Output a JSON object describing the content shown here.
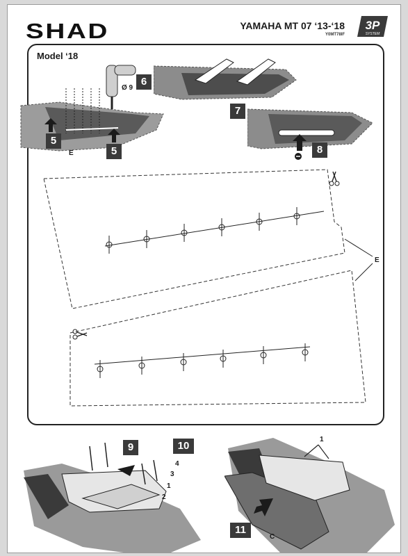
{
  "header": {
    "brand": "SHAD",
    "model": "YAMAHA MT 07 ‘13-‘18",
    "code": "Y0MT78IF",
    "badge_top": "3P",
    "badge_bottom": "SYSTEM"
  },
  "section": {
    "title": "Model ‘18"
  },
  "steps": {
    "s5a": "5",
    "s5b": "5",
    "s6": "6",
    "s7": "7",
    "s8": "8",
    "s9": "9",
    "s10": "10",
    "s11": "11"
  },
  "labels": {
    "E_top": "E",
    "diameter": "Ø 9",
    "E_template": "E",
    "p1_left": "1",
    "p2": "2",
    "p3": "3",
    "p4": "4",
    "p1_right": "1",
    "C": "C"
  },
  "colors": {
    "step_bg": "#3a3a3a",
    "ink": "#1b1b1b",
    "part_dark": "#4d4d4d"
  }
}
